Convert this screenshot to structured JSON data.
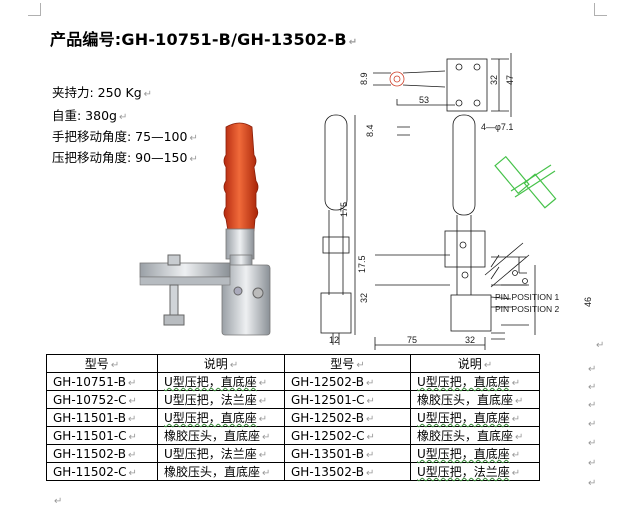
{
  "title": "产品编号:GH-10751-B/GH-13502-B",
  "specs": {
    "clamp_force": "夹持力: 250 Kg",
    "weight": "自重: 380g",
    "handle_angle": "手把移动角度: 75—100",
    "press_angle": "压把移动角度: 90—150"
  },
  "drawing": {
    "dim_53": "53",
    "dim_8_9": "8.9",
    "dim_8_4": "8.4",
    "dim_32_top": "32",
    "dim_47": "47",
    "hole": "4—φ7.1",
    "dim_175": "175",
    "dim_17_5": "17.5",
    "dim_32": "32",
    "dim_12": "12",
    "dim_75": "75",
    "dim_32_bottom": "32",
    "dim_46": "46",
    "pin1": "PIN POSITION 1",
    "pin2": "PIN POSITION 2"
  },
  "table": {
    "headers": [
      "型号",
      "说明",
      "型号",
      "说明"
    ],
    "rows": [
      [
        "GH-10751-B",
        "U型压把，直底座",
        "GH-12502-B",
        "U型压把，直底座"
      ],
      [
        "GH-10752-C",
        "U型压把，法兰座",
        "GH-12501-C",
        "橡胶压头，直底座"
      ],
      [
        "GH-11501-B",
        "U型压把，直底座",
        "GH-12502-B",
        "U型压把，直底座"
      ],
      [
        "GH-11501-C",
        "橡胶压头，直底座",
        "GH-12502-C",
        "橡胶压头，直底座"
      ],
      [
        "GH-11502-B",
        "U型压把，法兰座",
        "GH-13501-B",
        "U型压把，直底座"
      ],
      [
        "GH-11502-C",
        "橡胶压头，直底座",
        "GH-13502-B",
        "U型压把，法兰座"
      ]
    ]
  },
  "colors": {
    "handle": "#d9401e",
    "metal": "#c8ccd0",
    "cad_line": "#1a1a1a",
    "green_handle": "#46c24a"
  }
}
